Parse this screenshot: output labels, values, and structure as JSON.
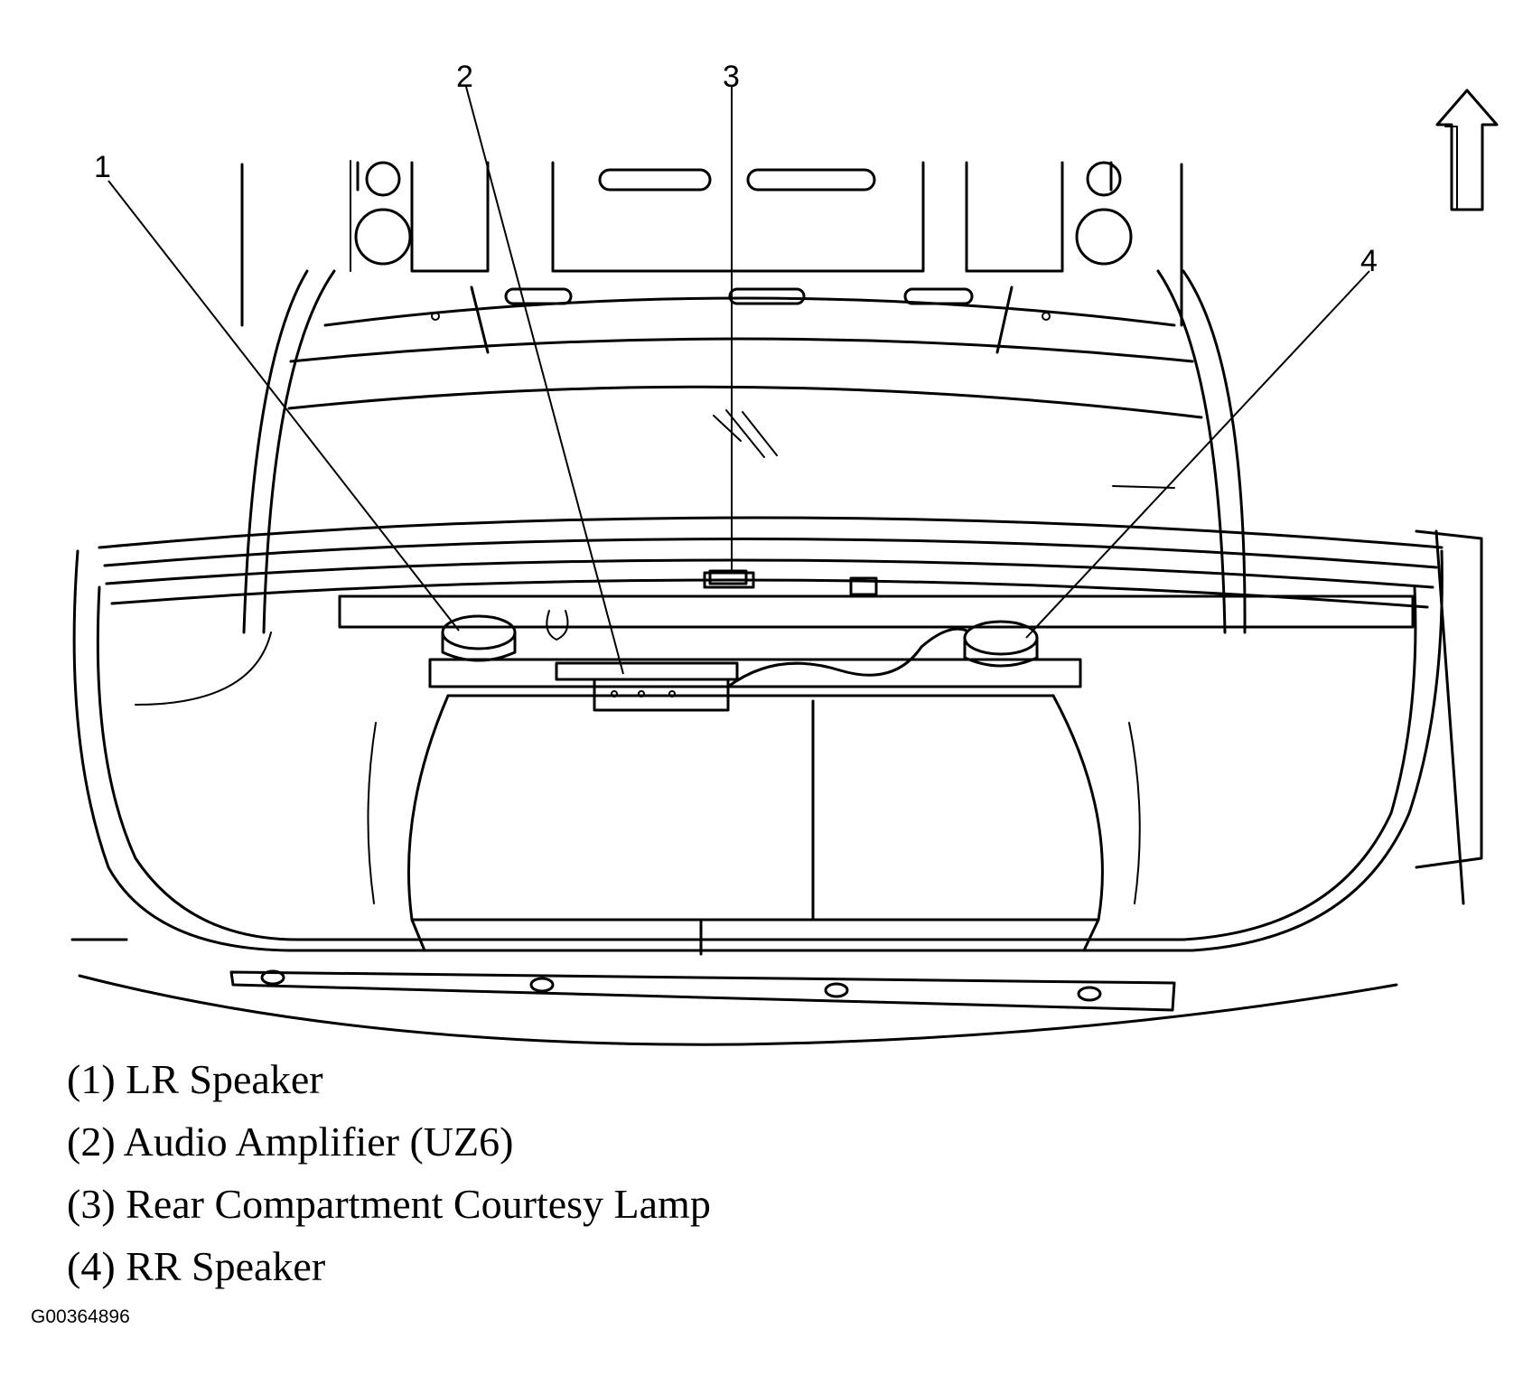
{
  "callouts": [
    {
      "number": "1",
      "label": "(1) LR Speaker"
    },
    {
      "number": "2",
      "label": "(2) Audio Amplifier (UZ6)"
    },
    {
      "number": "3",
      "label": "(3) Rear Compartment Courtesy Lamp"
    },
    {
      "number": "4",
      "label": "(4) RR Speaker"
    }
  ],
  "figure_id": "G00364896",
  "icons": {
    "orientation_arrow": "up-arrow-icon"
  }
}
